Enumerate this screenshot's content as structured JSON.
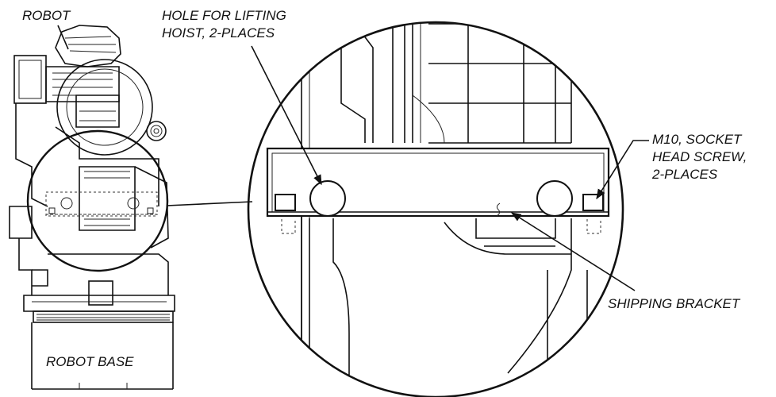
{
  "labels": {
    "robot": "ROBOT",
    "hole_line1": "HOLE FOR LIFTING",
    "hole_line2": "HOIST, 2-PLACES",
    "screw_line1": "M10, SOCKET",
    "screw_line2": "HEAD SCREW,",
    "screw_line3": "2-PLACES",
    "shipping_bracket": "SHIPPING BRACKET",
    "robot_base": "ROBOT BASE"
  },
  "colors": {
    "line": "#111111",
    "background": "#ffffff"
  }
}
